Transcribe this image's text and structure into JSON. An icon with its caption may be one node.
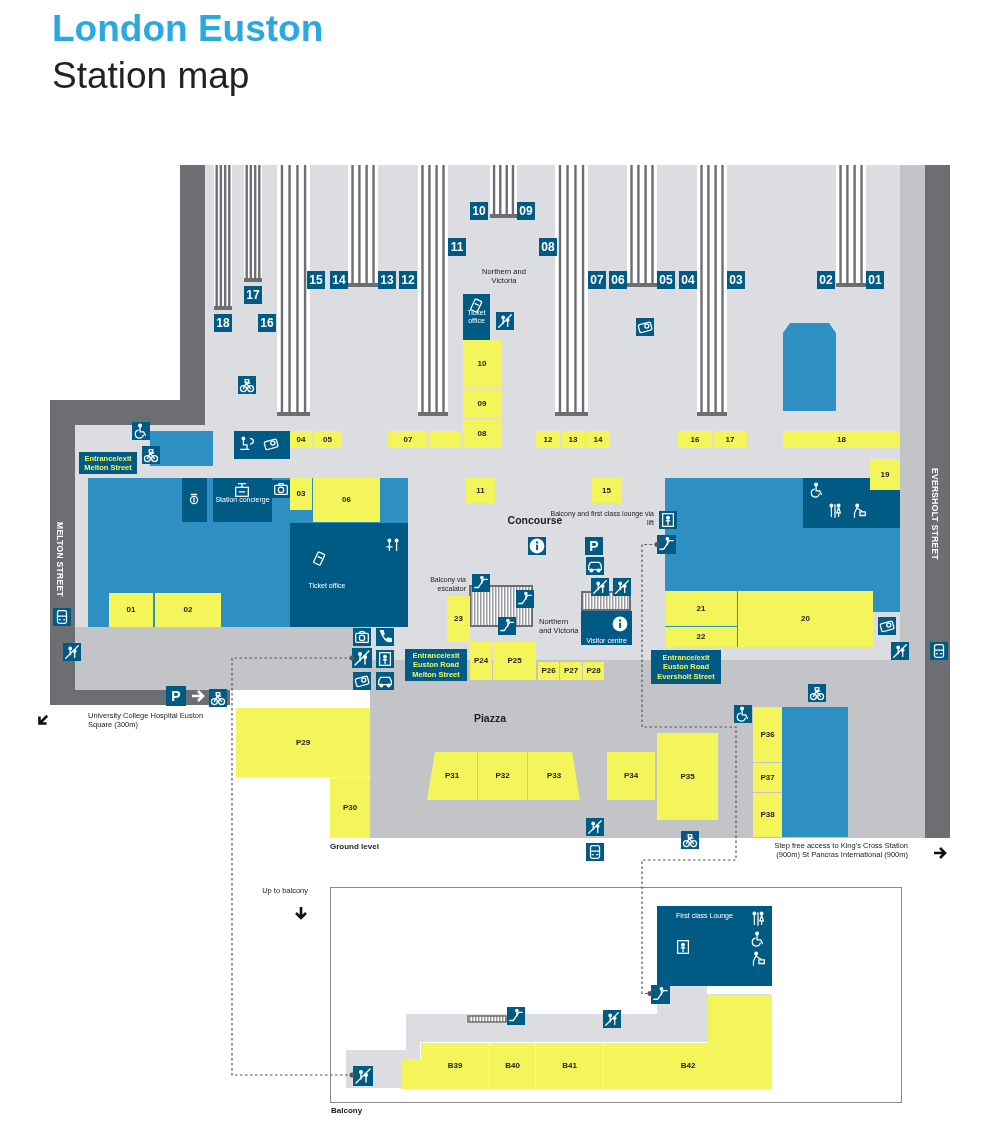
{
  "diagram": {
    "title": "London Euston",
    "nodes": [
      {
        "text": [
          "10"
        ]
      },
      {
        "text": [
          "09"
        ]
      },
      {
        "text": [
          "11"
        ]
      },
      {
        "text": [
          "08"
        ]
      },
      {
        "text": [
          "15"
        ]
      },
      {
        "text": [
          "14"
        ]
      },
      {
        "text": [
          "13"
        ]
      },
      {
        "text": [
          "12"
        ]
      },
      {
        "text": [
          "07"
        ]
      },
      {
        "text": [
          "06"
        ]
      },
      {
        "text": [
          "05"
        ]
      },
      {
        "text": [
          "04"
        ]
      },
      {
        "text": [
          "03"
        ]
      },
      {
        "text": [
          "02"
        ]
      },
      {
        "text": [
          "01"
        ]
      },
      {
        "text": [
          "17"
        ]
      },
      {
        "text": [
          "Ticket office"
        ]
      },
      {
        "text": [
          "18"
        ]
      },
      {
        "text": [
          "16"
        ]
      },
      {
        "text": [
          "10"
        ]
      },
      {
        "text": [
          "09"
        ]
      },
      {
        "text": [
          "08"
        ]
      },
      {
        "text": [
          "04"
        ]
      },
      {
        "text": [
          "05"
        ]
      },
      {
        "text": [
          "07"
        ]
      },
      {
        "text": [
          "12"
        ]
      },
      {
        "text": [
          "13"
        ]
      },
      {
        "text": [
          "14"
        ]
      },
      {
        "text": [
          "16"
        ]
      },
      {
        "text": [
          "17"
        ]
      },
      {
        "text": [
          "18"
        ]
      },
      {
        "text": [
          "Entrance/exit Melton Street"
        ]
      },
      {
        "text": [
          "19"
        ]
      },
      {
        "text": [
          "11"
        ]
      },
      {
        "text": [
          "15"
        ]
      },
      {
        "text": [
          "Station concierge"
        ]
      },
      {
        "text": [
          "03"
        ]
      },
      {
        "text": [
          "06"
        ]
      },
      {
        "text": [
          "Ticket office"
        ]
      },
      {
        "text": [
          "01"
        ]
      },
      {
        "text": [
          "02"
        ]
      },
      {
        "text": [
          "21"
        ]
      },
      {
        "text": [
          "20"
        ]
      },
      {
        "text": [
          "23"
        ]
      },
      {
        "text": [
          "Visitor centre"
        ]
      },
      {
        "text": [
          "22"
        ]
      },
      {
        "text": [
          "Entrance/exit Euston Road Melton Street"
        ]
      },
      {
        "text": [
          "P24"
        ]
      },
      {
        "text": [
          "P25"
        ]
      },
      {
        "text": [
          "Entrance/exit Euston Road Eversholt Street"
        ]
      },
      {
        "text": [
          "P26"
        ]
      },
      {
        "text": [
          "P27"
        ]
      },
      {
        "text": [
          "P28"
        ]
      },
      {
        "text": [
          "P29"
        ]
      },
      {
        "text": [
          "P36"
        ]
      },
      {
        "text": [
          "P35"
        ]
      },
      {
        "text": [
          "P31"
        ]
      },
      {
        "text": [
          "P32"
        ]
      },
      {
        "text": [
          "P33"
        ]
      },
      {
        "text": [
          "P34"
        ]
      },
      {
        "text": [
          "P37"
        ]
      },
      {
        "text": [
          "P30"
        ]
      },
      {
        "text": [
          "P38"
        ]
      },
      {
        "text": [
          "Balcony"
        ]
      },
      {
        "text": [
          "First class Lounge"
        ],
        "in": 63
      },
      {
        "text": [
          "B39"
        ],
        "in": 63
      },
      {
        "text": [
          "B40"
        ],
        "in": 63
      },
      {
        "text": [
          "B41"
        ],
        "in": 63
      },
      {
        "text": [
          "B42"
        ],
        "in": 63
      },
      {
        "text": [],
        "shape": "picture"
      },
      {
        "text": [],
        "shape": "picture"
      },
      {
        "text": [],
        "shape": "picture",
        "in": 63
      },
      {
        "text": [],
        "shape": "picture",
        "in": 63
      },
      {
        "text": [],
        "shape": "box"
      },
      {
        "text": [
          "P"
        ]
      },
      {
        "text": [
          "P"
        ]
      }
    ],
    "edges": [
      {
        "from": 69,
        "to": 72,
        "arrow": "other",
        "style": "dashed"
      },
      {
        "from": 70,
        "to": 71,
        "arrow": "other",
        "style": "dashed"
      }
    ],
    "labels": [
      "Station map",
      "Northern and Victoria",
      "EVERSHOLT STREET",
      "Balcony and first class lounge via lift",
      "Concourse",
      "MELTON STREET",
      "Balcony via escalator",
      "Northern and Victoria",
      "University College Hospital Euston Square (300m)",
      "Piazza",
      "Ground level",
      "Step free access to King's Cross Station (900m) St Pancras International (900m)",
      "Up to balcony"
    ]
  }
}
